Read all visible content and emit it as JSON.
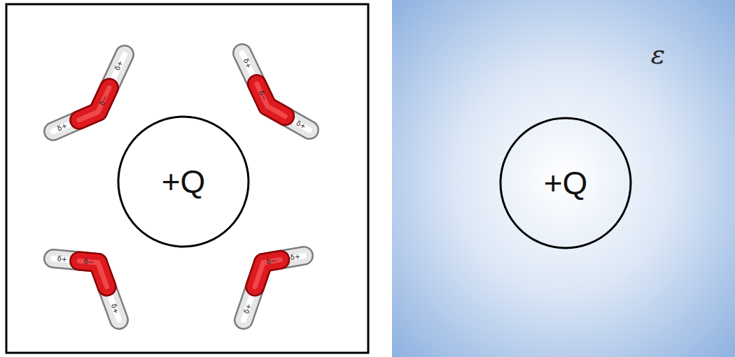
{
  "diagram": {
    "nodes": [
      {
        "text": [
          "+Q"
        ]
      },
      {
        "text": [
          "+Q"
        ]
      }
    ],
    "labels": [
      "δ−",
      "δ+",
      "δ+",
      "δ−",
      "δ+",
      "δ+",
      "δ−",
      "δ+",
      "δ+",
      "δ−",
      "δ+",
      "δ+",
      "ε"
    ]
  }
}
